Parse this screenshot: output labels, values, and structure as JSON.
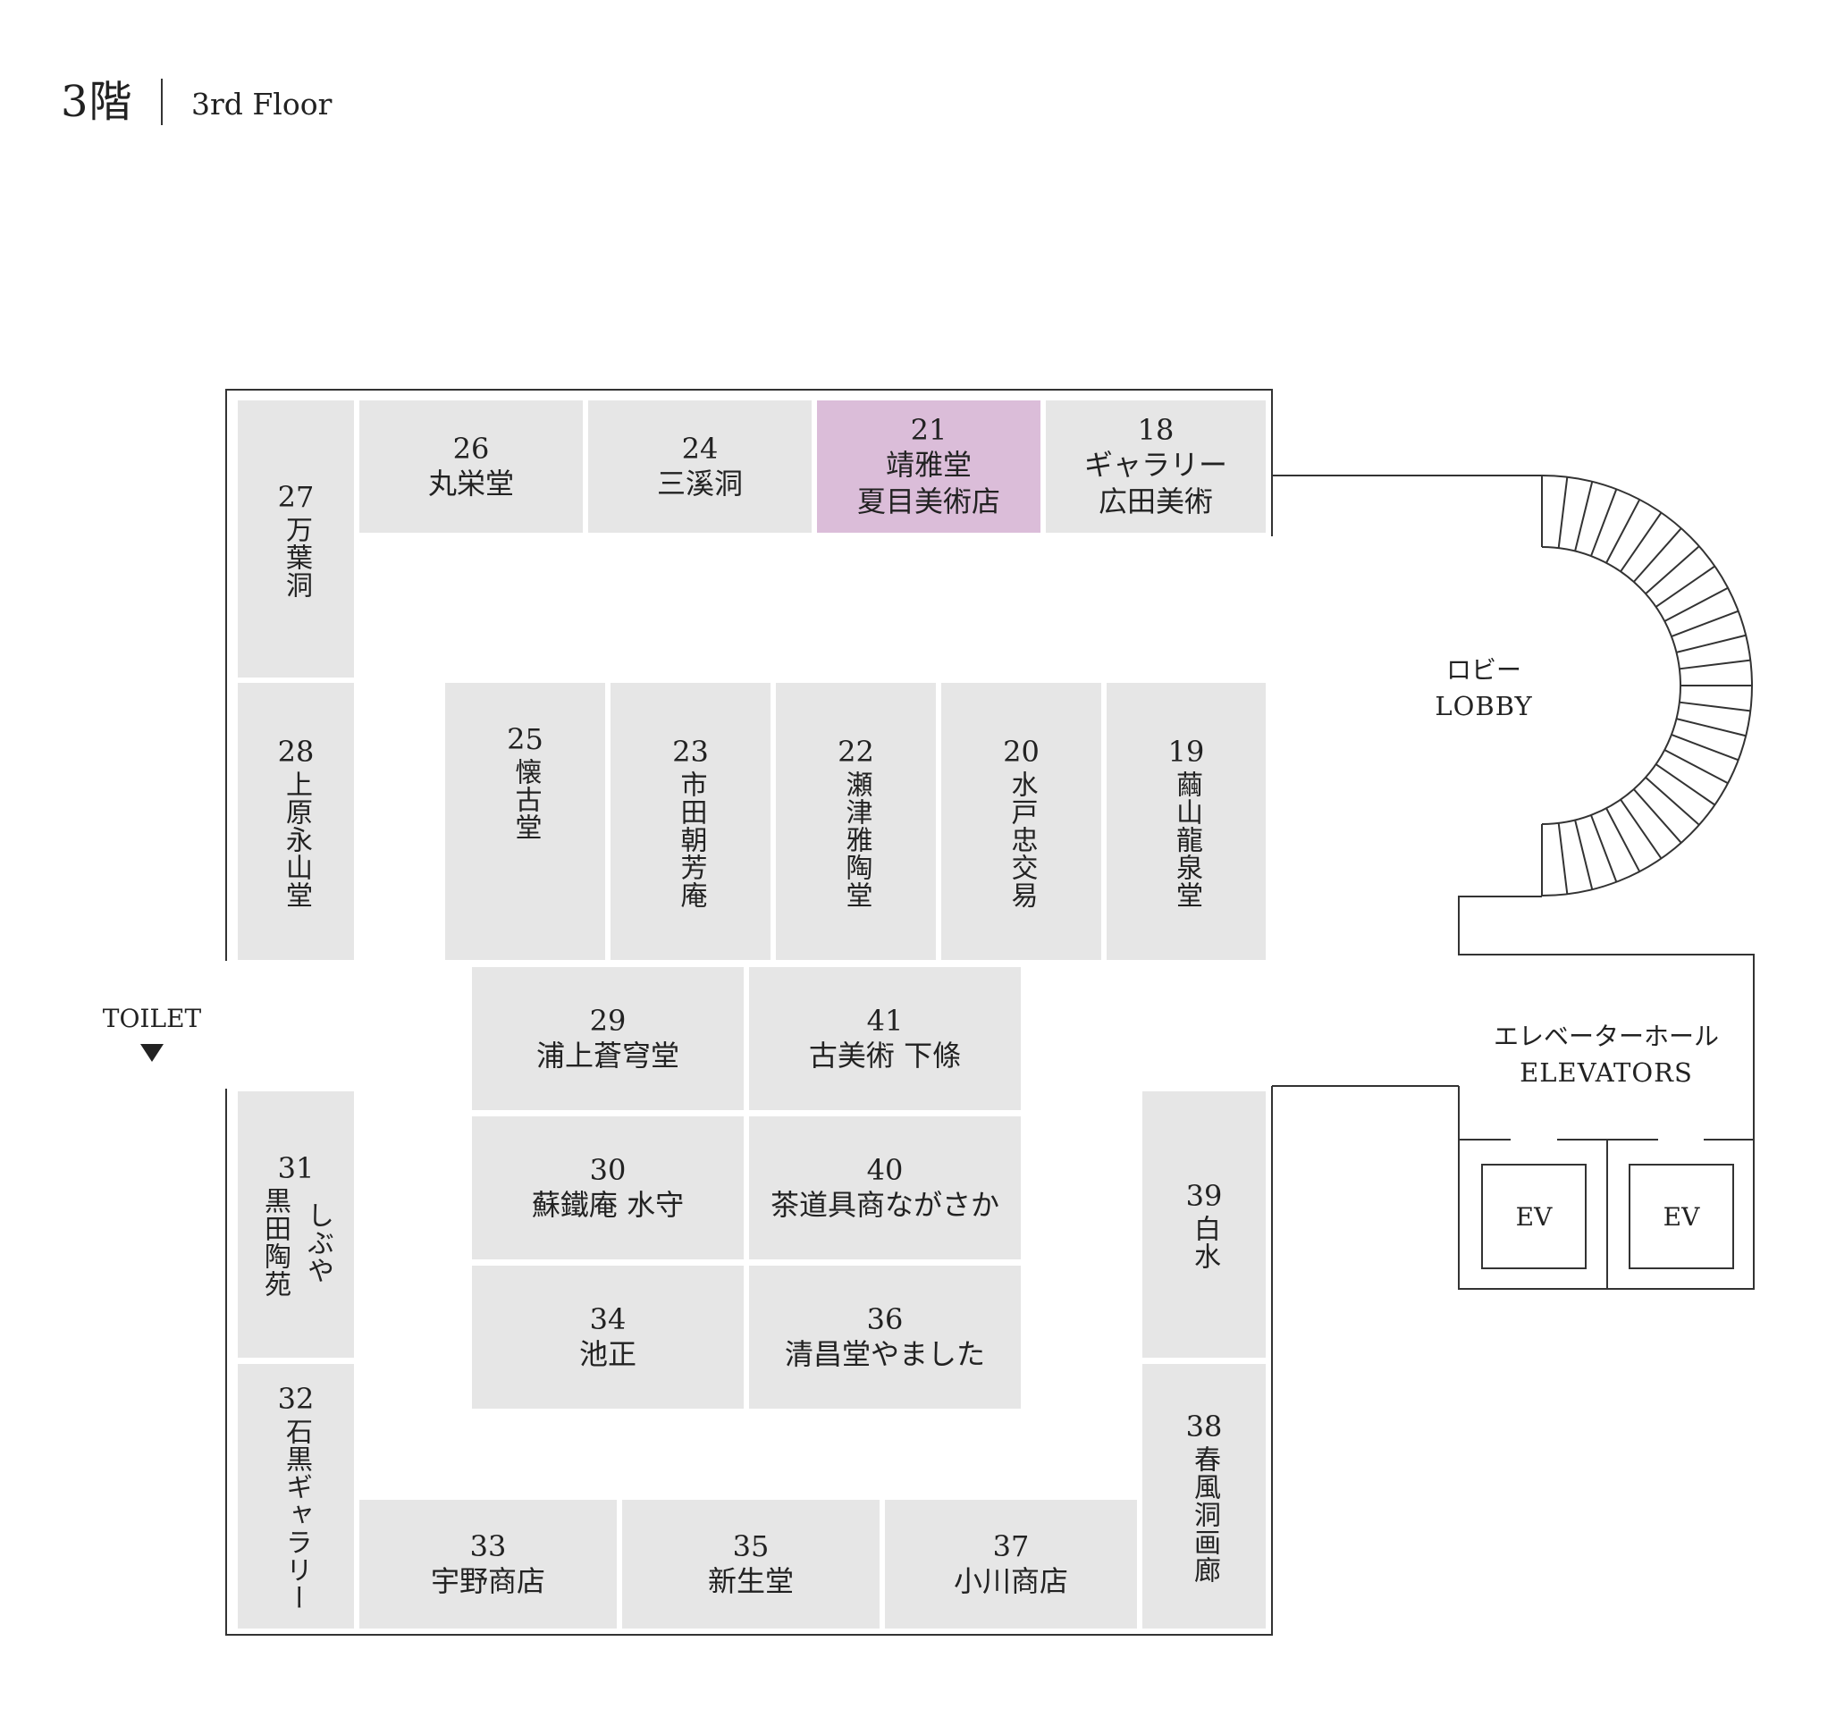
{
  "header": {
    "floor_jp": "3階",
    "floor_en": "3rd Floor"
  },
  "colors": {
    "booth": "#e6e6e6",
    "highlight": "#dbbdd9",
    "line": "#333333"
  },
  "booths": {
    "b18": {
      "num": "18",
      "line1": "ギャラリー",
      "line2": "広田美術"
    },
    "b19": {
      "num": "19",
      "name": "繭山龍泉堂"
    },
    "b20": {
      "num": "20",
      "name": "水戸忠交易"
    },
    "b21": {
      "num": "21",
      "line1": "靖雅堂",
      "line2": "夏目美術店"
    },
    "b22": {
      "num": "22",
      "name": "瀬津雅陶堂"
    },
    "b23": {
      "num": "23",
      "name": "市田朝芳庵"
    },
    "b24": {
      "num": "24",
      "name": "三溪洞"
    },
    "b25": {
      "num": "25",
      "name": "懐古堂"
    },
    "b26": {
      "num": "26",
      "name": "丸栄堂"
    },
    "b27": {
      "num": "27",
      "name": "万葉洞"
    },
    "b28": {
      "num": "28",
      "name": "上原永山堂"
    },
    "b29": {
      "num": "29",
      "name": "浦上蒼穹堂"
    },
    "b30": {
      "num": "30",
      "name": "蘇鐵庵 水守"
    },
    "b31": {
      "num": "31",
      "col1": "しぶや",
      "col2": "黒田陶苑"
    },
    "b32": {
      "num": "32",
      "name": "石黒ギャラリー"
    },
    "b33": {
      "num": "33",
      "name": "宇野商店"
    },
    "b34": {
      "num": "34",
      "name": "池正"
    },
    "b35": {
      "num": "35",
      "name": "新生堂"
    },
    "b36": {
      "num": "36",
      "name": "清昌堂やました"
    },
    "b37": {
      "num": "37",
      "name": "小川商店"
    },
    "b38": {
      "num": "38",
      "name": "春風洞画廊"
    },
    "b39": {
      "num": "39",
      "name": "白水"
    },
    "b40": {
      "num": "40",
      "name": "茶道具商ながさか"
    },
    "b41": {
      "num": "41",
      "name": "古美術 下條"
    }
  },
  "highlighted_booth": "21",
  "labels": {
    "toilet": "TOILET",
    "lobby_jp": "ロビー",
    "lobby_en": "LOBBY",
    "elevators_jp": "エレベーターホール",
    "elevators_en": "ELEVATORS",
    "ev1": "EV",
    "ev2": "EV"
  }
}
